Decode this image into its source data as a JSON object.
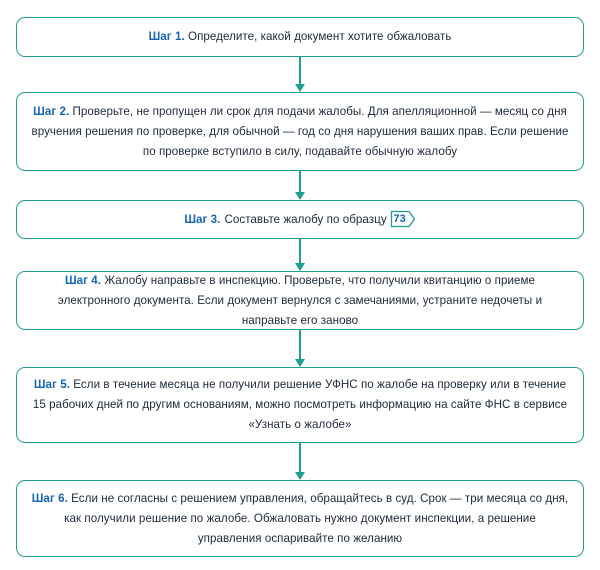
{
  "steps": [
    {
      "label": "Шаг 1.",
      "text": "Определите, какой документ хотите обжаловать"
    },
    {
      "label": "Шаг 2.",
      "text": "Проверьте, не пропущен ли срок для подачи жалобы. Для апелляционной — месяц со дня вручения решения по проверке, для обычной — год со дня нарушения ваших прав. Если решение по проверке вступило в силу, подавайте обычную жалобу"
    },
    {
      "label": "Шаг 3.",
      "text": "Составьте жалобу по образцу",
      "page_ref": "73"
    },
    {
      "label": "Шаг 4.",
      "text": "Жалобу направьте в инспекцию. Проверьте, что получили квитанцию о приеме электронного документа. Если документ вернулся с замечаниями, устраните недочеты и направьте его заново"
    },
    {
      "label": "Шаг 5.",
      "text": "Если в течение месяца не получили решение УФНС по жалобе на проверку или в течение 15 рабочих дней по другим основаниям, можно посмотреть информацию на сайте ФНС в сервисе «Узнать о жалобе»"
    },
    {
      "label": "Шаг 6.",
      "text": "Если не согласны с решением управления, обращайтесь в суд. Срок — три месяца со дня, как получили решение по жалобе. Обжаловать нужно документ инспекции, а решение управления оспаривайте по желанию"
    }
  ],
  "colors": {
    "accent": "#1f9d91",
    "label": "#1566b4",
    "text": "#1d2a3a"
  }
}
